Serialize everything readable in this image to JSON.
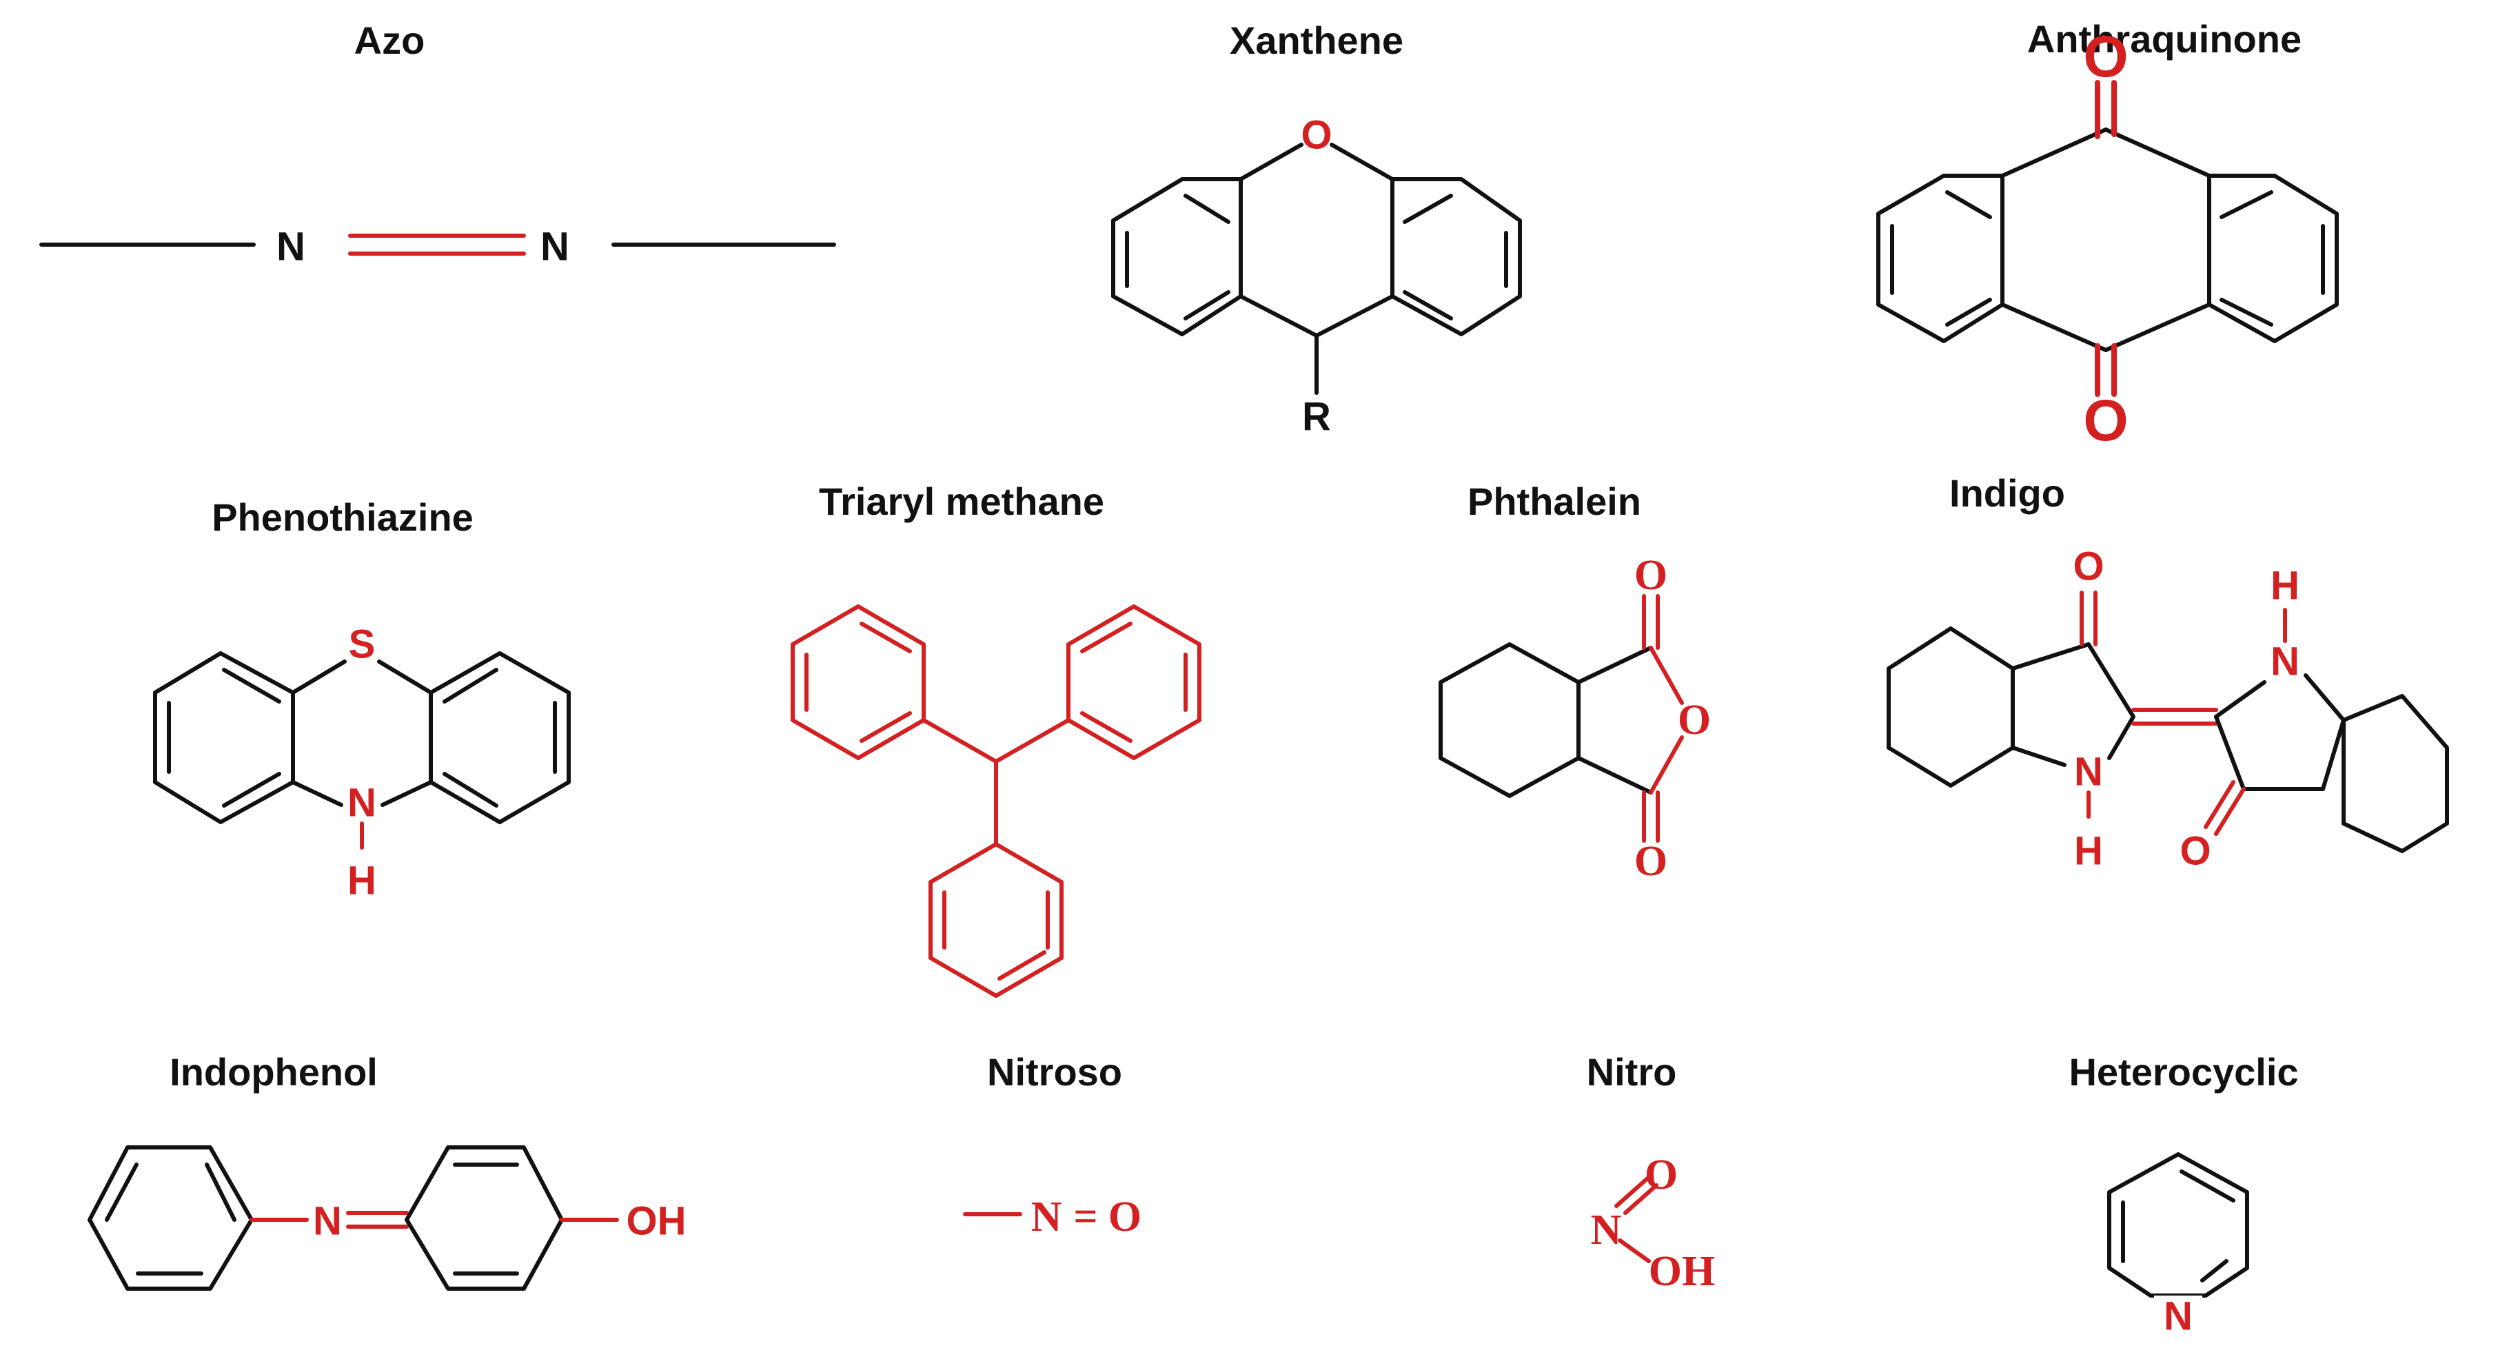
{
  "colors": {
    "highlight": "#d42020",
    "structure": "#111111",
    "background": "#ffffff"
  },
  "groups": [
    {
      "id": "azo",
      "title": "Azo",
      "atoms": [
        "N",
        "N"
      ]
    },
    {
      "id": "xanthene",
      "title": "Xanthene",
      "atoms": [
        "O",
        "R"
      ]
    },
    {
      "id": "anthraquinone",
      "title": "Anthraquinone",
      "atoms": [
        "O",
        "O"
      ]
    },
    {
      "id": "phenothiazine",
      "title": "Phenothiazine",
      "atoms": [
        "S",
        "N",
        "H"
      ]
    },
    {
      "id": "triaryl-methane",
      "title": "Triaryl methane",
      "atoms": []
    },
    {
      "id": "phthalein",
      "title": "Phthalein",
      "atoms": [
        "O",
        "O",
        "O"
      ]
    },
    {
      "id": "indigo",
      "title": "Indigo",
      "atoms": [
        "O",
        "H",
        "N",
        "N",
        "H",
        "O"
      ]
    },
    {
      "id": "indophenol",
      "title": "Indophenol",
      "atoms": [
        "N",
        "OH"
      ]
    },
    {
      "id": "nitroso",
      "title": "Nitroso",
      "atoms": [
        "N",
        "=",
        "O"
      ]
    },
    {
      "id": "nitro",
      "title": "Nitro",
      "atoms": [
        "O",
        "N",
        "OH"
      ]
    },
    {
      "id": "heterocyclic",
      "title": "Heterocyclic",
      "atoms": [
        "N"
      ]
    }
  ]
}
